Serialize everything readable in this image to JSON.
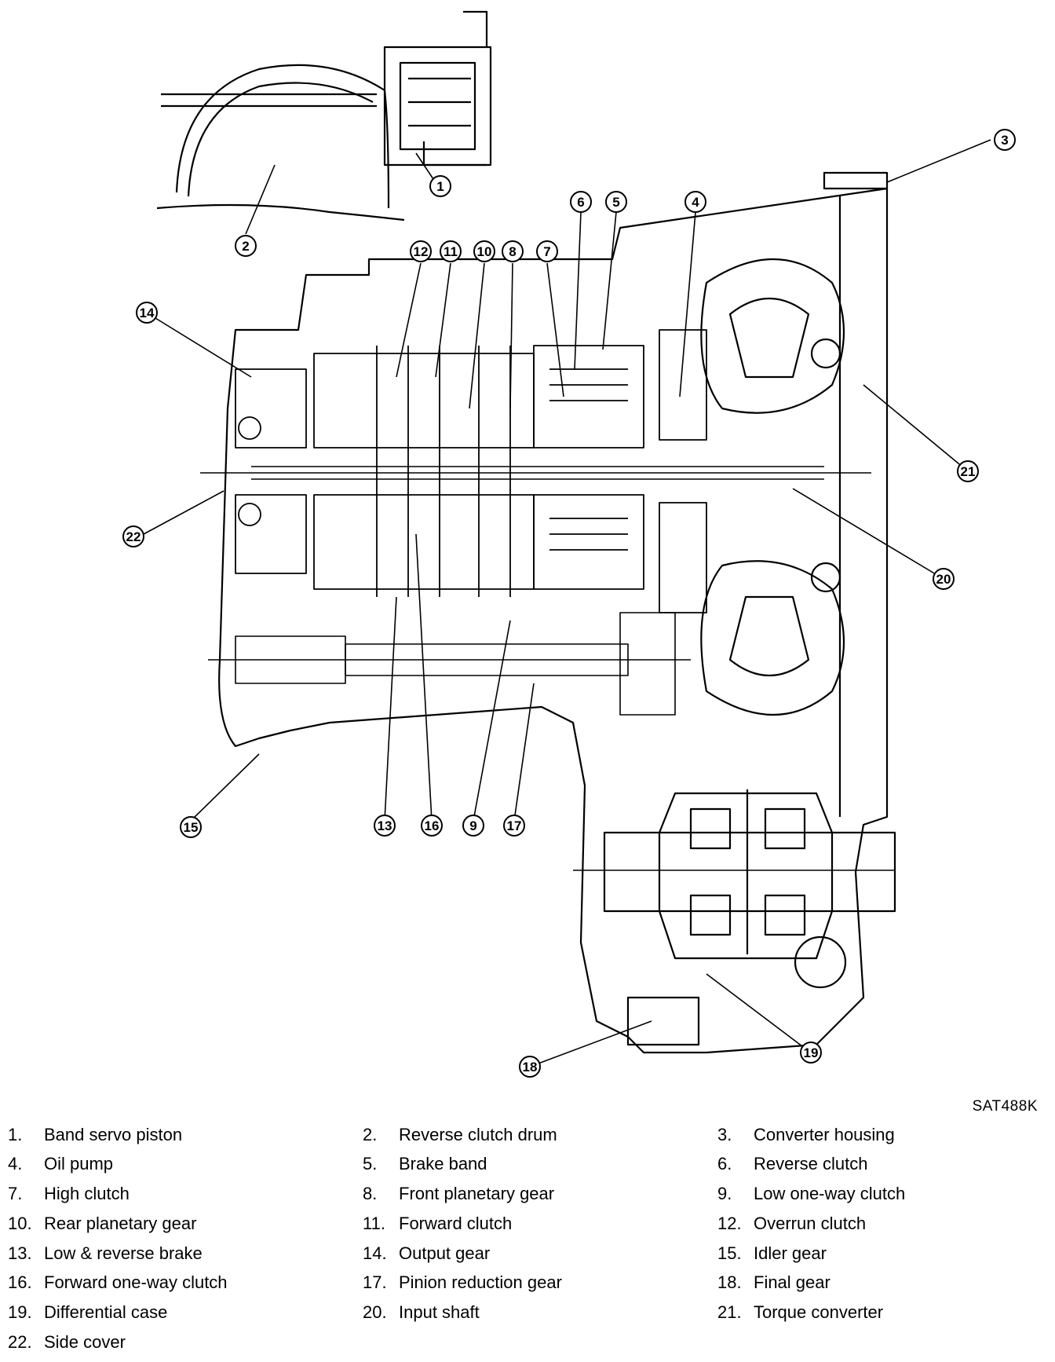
{
  "figure_code": "SAT488K",
  "callouts": [
    "1",
    "2",
    "3",
    "4",
    "5",
    "6",
    "7",
    "8",
    "9",
    "10",
    "11",
    "12",
    "13",
    "14",
    "15",
    "16",
    "17",
    "18",
    "19",
    "20",
    "21",
    "22"
  ],
  "legend": [
    {
      "num": "1.",
      "label": "Band servo piston"
    },
    {
      "num": "2.",
      "label": "Reverse clutch drum"
    },
    {
      "num": "3.",
      "label": "Converter housing"
    },
    {
      "num": "4.",
      "label": "Oil pump"
    },
    {
      "num": "5.",
      "label": "Brake band"
    },
    {
      "num": "6.",
      "label": "Reverse clutch"
    },
    {
      "num": "7.",
      "label": "High clutch"
    },
    {
      "num": "8.",
      "label": "Front planetary gear"
    },
    {
      "num": "9.",
      "label": "Low one-way clutch"
    },
    {
      "num": "10.",
      "label": "Rear planetary gear"
    },
    {
      "num": "11.",
      "label": "Forward clutch"
    },
    {
      "num": "12.",
      "label": "Overrun clutch"
    },
    {
      "num": "13.",
      "label": "Low & reverse brake"
    },
    {
      "num": "14.",
      "label": "Output gear"
    },
    {
      "num": "15.",
      "label": "Idler gear"
    },
    {
      "num": "16.",
      "label": "Forward one-way clutch"
    },
    {
      "num": "17.",
      "label": "Pinion reduction gear"
    },
    {
      "num": "18.",
      "label": "Final gear"
    },
    {
      "num": "19.",
      "label": "Differential case"
    },
    {
      "num": "20.",
      "label": "Input shaft"
    },
    {
      "num": "21.",
      "label": "Torque converter"
    },
    {
      "num": "22.",
      "label": "Side cover"
    }
  ]
}
